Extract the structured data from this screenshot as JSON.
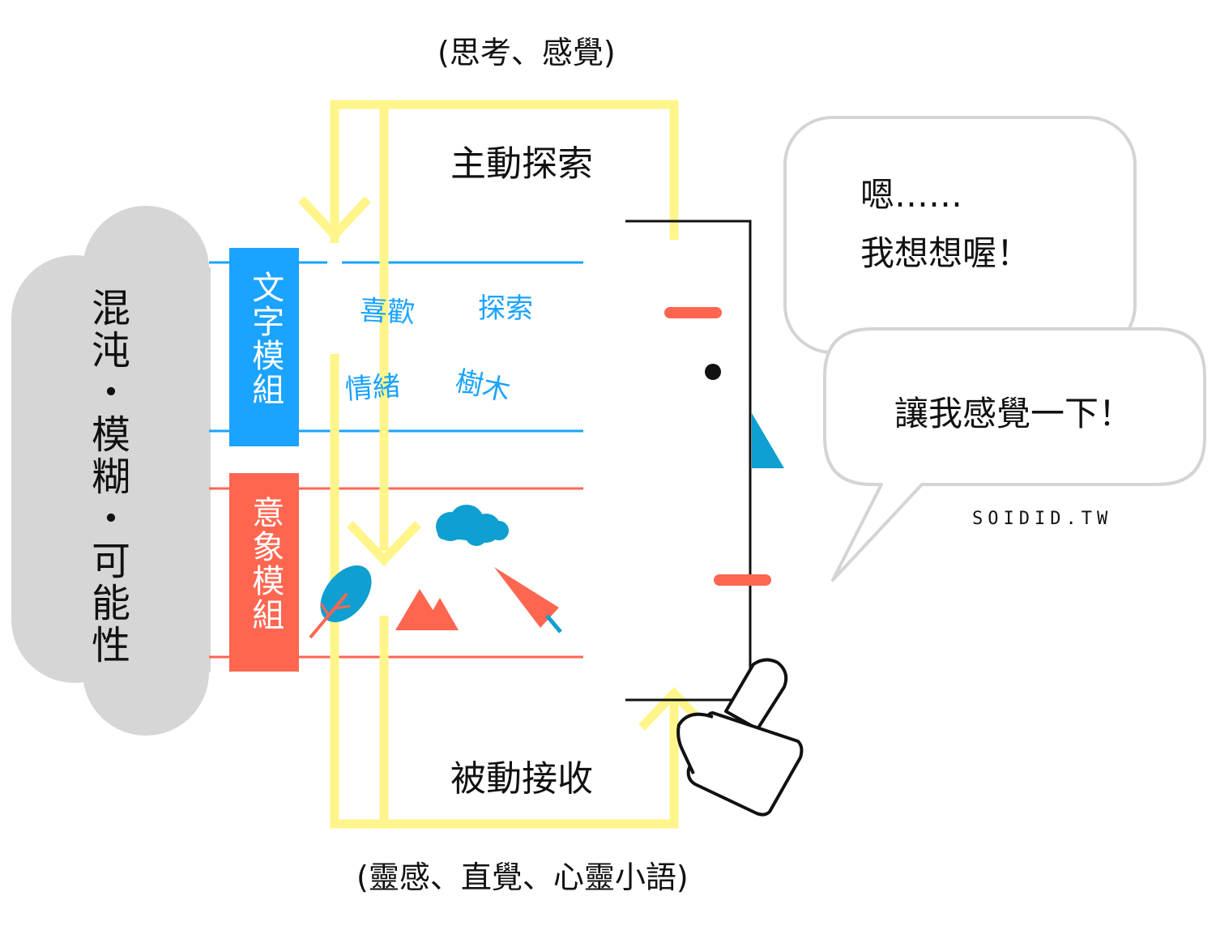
{
  "top_caption": "(思考、感覺)",
  "bottom_caption": "(靈感、直覺、心靈小語)",
  "active_label": "主動探索",
  "passive_label": "被動接收",
  "cloud_label": "混沌・模糊・可能性",
  "text_module": {
    "label": "文字模組",
    "words": [
      "喜歡",
      "探索",
      "情緒",
      "樹木"
    ]
  },
  "image_module": {
    "label": "意象模組"
  },
  "bubble_1": {
    "line1": "嗯……",
    "line2": "我想想喔！"
  },
  "bubble_2": {
    "text": "讓我感覺一下！"
  },
  "credit": "SOIDID.TW",
  "colors": {
    "yellow": "#fff58a",
    "blue": "#1aa3ff",
    "red": "#ff6650",
    "teal": "#0f9fd0",
    "cloud": "#d6d6d6",
    "bubble_stroke": "#d4d4d4"
  },
  "icons": [
    "cloud-shape",
    "leaf-icon",
    "mountain-icon",
    "small-cloud-icon",
    "arrow-icon",
    "thumbs-up-hand-icon",
    "phone-outline"
  ]
}
